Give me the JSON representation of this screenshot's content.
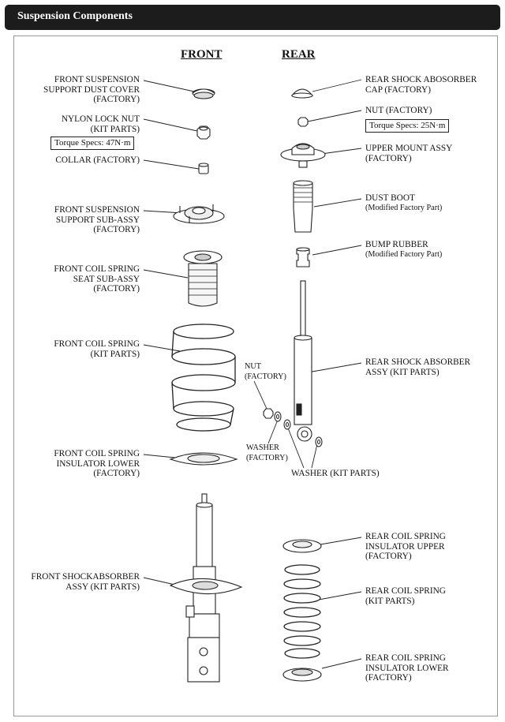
{
  "header": {
    "title": "Suspension Components"
  },
  "columns": {
    "front": "FRONT",
    "rear": "REAR"
  },
  "front": {
    "dust_cover": [
      "FRONT SUSPENSION",
      "SUPPORT DUST COVER",
      "(FACTORY)"
    ],
    "nylon_nut": [
      "NYLON LOCK NUT",
      "(KIT PARTS)"
    ],
    "torque_front": "Torque Specs: 47N·m",
    "collar": [
      "COLLAR (FACTORY)"
    ],
    "support_sub": [
      "FRONT SUSPENSION",
      "SUPPORT SUB-ASSY",
      "(FACTORY)"
    ],
    "spring_seat": [
      "FRONT COIL SPRING",
      "SEAT SUB-ASSY",
      "(FACTORY)"
    ],
    "coil_spring": [
      "FRONT COIL SPRING",
      "(KIT PARTS)"
    ],
    "insulator_lower": [
      "FRONT COIL SPRING",
      "INSULATOR LOWER",
      "(FACTORY)"
    ],
    "shock": [
      "FRONT SHOCKABSORBER",
      "ASSY (KIT PARTS)"
    ]
  },
  "rear": {
    "shock_cap": [
      "REAR SHOCK ABOSORBER",
      "CAP (FACTORY)"
    ],
    "nut": [
      "NUT (FACTORY)"
    ],
    "torque_rear": "Torque Specs: 25N·m",
    "upper_mount": [
      "UPPER MOUNT ASSY",
      "(FACTORY)"
    ],
    "dust_boot": [
      "DUST BOOT",
      "(Modified Factory Part)"
    ],
    "bump_rubber": [
      "BUMP RUBBER",
      "(Modified Factory Part)"
    ],
    "shock": [
      "REAR SHOCK ABSORBER",
      "ASSY (KIT PARTS)"
    ],
    "lower_nut": [
      "NUT",
      "(FACTORY)"
    ],
    "washer_factory": [
      "WASHER",
      "(FACTORY)"
    ],
    "washer_kit": [
      "WASHER (KIT PARTS)"
    ],
    "insulator_upper": [
      "REAR COIL SPRING",
      "INSULATOR UPPER",
      "(FACTORY)"
    ],
    "coil_spring": [
      "REAR COIL SPRING",
      "(KIT PARTS)"
    ],
    "insulator_lower": [
      "REAR COIL SPRING",
      "INSULATOR LOWER",
      "(FACTORY)"
    ]
  }
}
